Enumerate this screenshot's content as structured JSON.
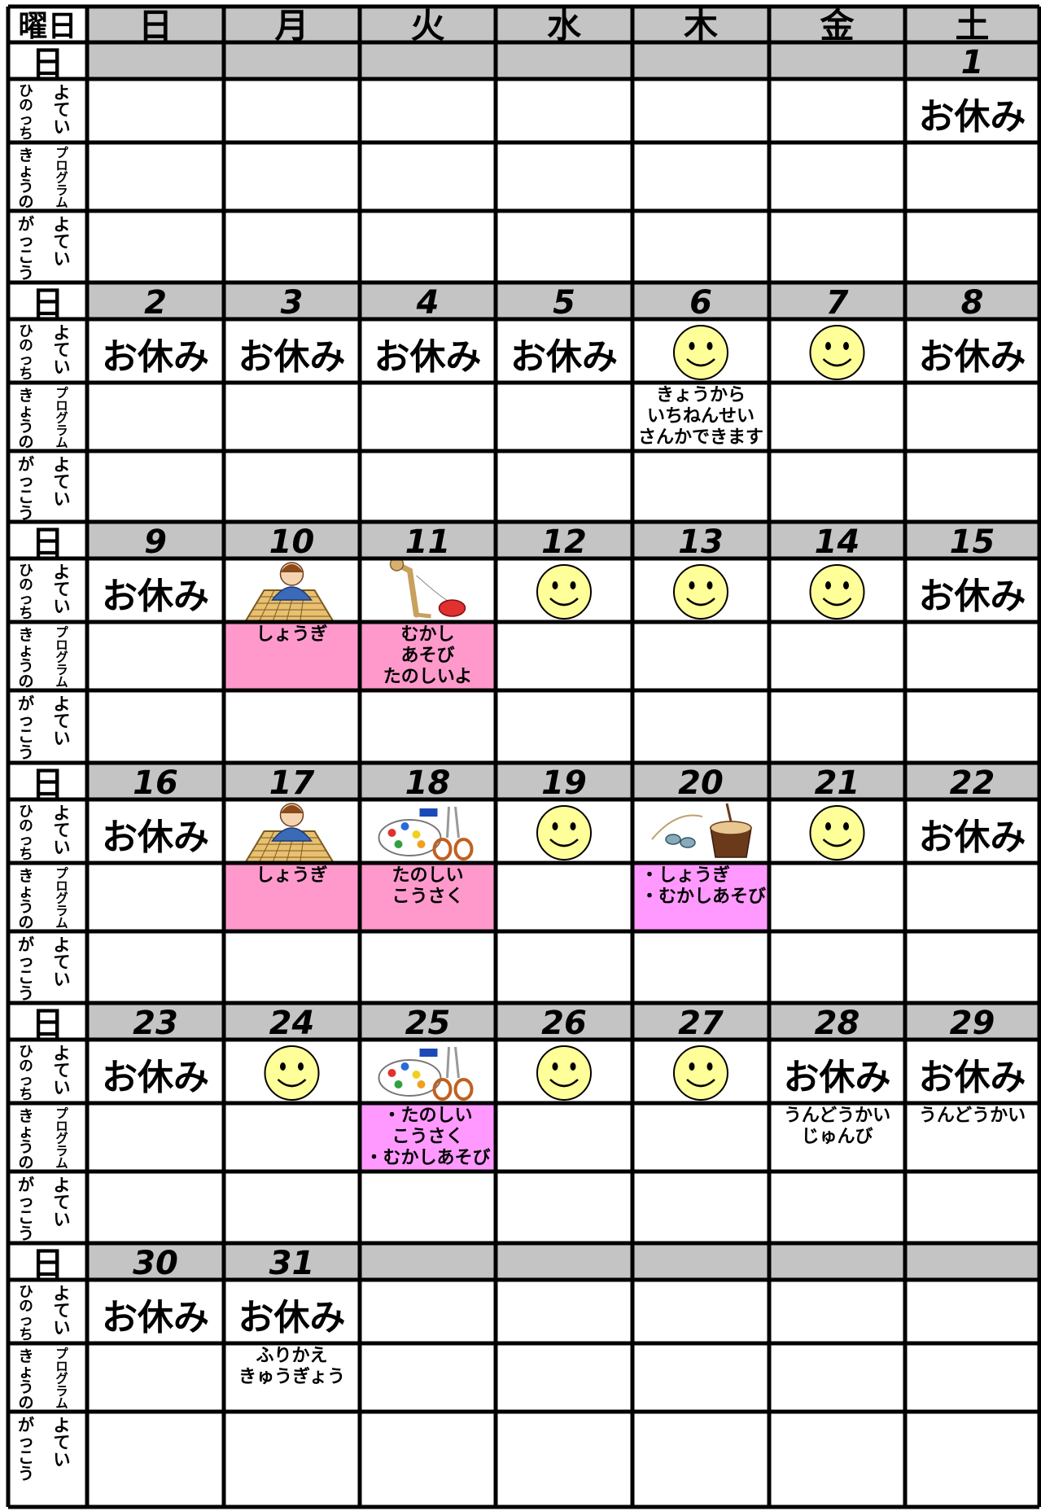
{
  "header": {
    "corner_label": "曜日",
    "weekdays": [
      "日",
      "月",
      "火",
      "水",
      "木",
      "金",
      "土"
    ]
  },
  "week_label": "日",
  "row_labels": {
    "am": [
      "ひのっち",
      "よてい"
    ],
    "program": [
      "きょうの",
      "プログラム"
    ],
    "school": [
      "がっこう",
      "よてい"
    ]
  },
  "colors": {
    "header_bg": "#c4c4c4",
    "grid": "#000000",
    "pink": "#ff99cc",
    "magenta": "#ff99ff",
    "smiley": "#ffff99"
  },
  "weeks": [
    {
      "dates": [
        "",
        "",
        "",
        "",
        "",
        "",
        "1"
      ],
      "am": [
        {
          "type": "none"
        },
        {
          "type": "none"
        },
        {
          "type": "none"
        },
        {
          "type": "none"
        },
        {
          "type": "none"
        },
        {
          "type": "none"
        },
        {
          "type": "text",
          "text": "お休み"
        }
      ],
      "program": [
        {
          "lines": []
        },
        {
          "lines": []
        },
        {
          "lines": []
        },
        {
          "lines": []
        },
        {
          "lines": []
        },
        {
          "lines": []
        },
        {
          "lines": []
        }
      ]
    },
    {
      "dates": [
        "2",
        "3",
        "4",
        "5",
        "6",
        "7",
        "8"
      ],
      "am": [
        {
          "type": "text",
          "text": "お休み"
        },
        {
          "type": "text",
          "text": "お休み"
        },
        {
          "type": "text",
          "text": "お休み"
        },
        {
          "type": "text",
          "text": "お休み"
        },
        {
          "type": "icon",
          "icon": "smiley-icon"
        },
        {
          "type": "icon",
          "icon": "smiley-icon"
        },
        {
          "type": "text",
          "text": "お休み"
        }
      ],
      "program": [
        {
          "lines": []
        },
        {
          "lines": []
        },
        {
          "lines": []
        },
        {
          "lines": []
        },
        {
          "lines": [
            "きょうから",
            "いちねんせい",
            "さんかできます"
          ]
        },
        {
          "lines": []
        },
        {
          "lines": []
        }
      ]
    },
    {
      "dates": [
        "9",
        "10",
        "11",
        "12",
        "13",
        "14",
        "15"
      ],
      "am": [
        {
          "type": "text",
          "text": "お休み"
        },
        {
          "type": "icon",
          "icon": "shogi-player-icon"
        },
        {
          "type": "icon",
          "icon": "kendama-icon"
        },
        {
          "type": "icon",
          "icon": "smiley-icon"
        },
        {
          "type": "icon",
          "icon": "smiley-icon"
        },
        {
          "type": "icon",
          "icon": "smiley-icon"
        },
        {
          "type": "text",
          "text": "お休み"
        }
      ],
      "program": [
        {
          "lines": []
        },
        {
          "lines": [
            "しょうぎ"
          ],
          "bg": "pink",
          "align": "top"
        },
        {
          "lines": [
            "むかし",
            "あそび",
            "たのしいよ"
          ],
          "bg": "pink"
        },
        {
          "lines": []
        },
        {
          "lines": []
        },
        {
          "lines": []
        },
        {
          "lines": []
        }
      ]
    },
    {
      "dates": [
        "16",
        "17",
        "18",
        "19",
        "20",
        "21",
        "22"
      ],
      "am": [
        {
          "type": "text",
          "text": "お休み"
        },
        {
          "type": "icon",
          "icon": "shogi-player-icon"
        },
        {
          "type": "icon",
          "icon": "craft-supplies-icon"
        },
        {
          "type": "icon",
          "icon": "smiley-icon"
        },
        {
          "type": "icon",
          "icon": "traditional-toys-icon"
        },
        {
          "type": "icon",
          "icon": "smiley-icon"
        },
        {
          "type": "text",
          "text": "お休み"
        }
      ],
      "program": [
        {
          "lines": []
        },
        {
          "lines": [
            "しょうぎ"
          ],
          "bg": "pink",
          "align": "top"
        },
        {
          "lines": [
            "たのしい",
            "こうさく"
          ],
          "bg": "pink",
          "align": "top"
        },
        {
          "lines": []
        },
        {
          "lines": [
            "・しょうぎ",
            "・むかしあそび"
          ],
          "bg": "magenta",
          "align": "top",
          "left": true
        },
        {
          "lines": []
        },
        {
          "lines": []
        }
      ]
    },
    {
      "dates": [
        "23",
        "24",
        "25",
        "26",
        "27",
        "28",
        "29"
      ],
      "am": [
        {
          "type": "text",
          "text": "お休み"
        },
        {
          "type": "icon",
          "icon": "smiley-icon"
        },
        {
          "type": "icon",
          "icon": "craft-supplies-icon"
        },
        {
          "type": "icon",
          "icon": "smiley-icon"
        },
        {
          "type": "icon",
          "icon": "smiley-icon"
        },
        {
          "type": "text",
          "text": "お休み"
        },
        {
          "type": "text",
          "text": "お休み"
        }
      ],
      "program": [
        {
          "lines": []
        },
        {
          "lines": []
        },
        {
          "lines": [
            "・たのしい",
            "こうさく",
            "・むかしあそび"
          ],
          "bg": "magenta",
          "align": "top"
        },
        {
          "lines": []
        },
        {
          "lines": []
        },
        {
          "lines": [
            "うんどうかい",
            "じゅんび"
          ],
          "align": "top"
        },
        {
          "lines": [
            "うんどうかい"
          ],
          "align": "top"
        }
      ]
    },
    {
      "dates": [
        "30",
        "31",
        "",
        "",
        "",
        "",
        ""
      ],
      "am": [
        {
          "type": "text",
          "text": "お休み"
        },
        {
          "type": "text",
          "text": "お休み"
        },
        {
          "type": "none"
        },
        {
          "type": "none"
        },
        {
          "type": "none"
        },
        {
          "type": "none"
        },
        {
          "type": "none"
        }
      ],
      "program": [
        {
          "lines": []
        },
        {
          "lines": [
            "ふりかえ",
            "きゅうぎょう"
          ],
          "align": "top"
        },
        {
          "lines": []
        },
        {
          "lines": []
        },
        {
          "lines": []
        },
        {
          "lines": []
        },
        {
          "lines": []
        }
      ]
    }
  ]
}
